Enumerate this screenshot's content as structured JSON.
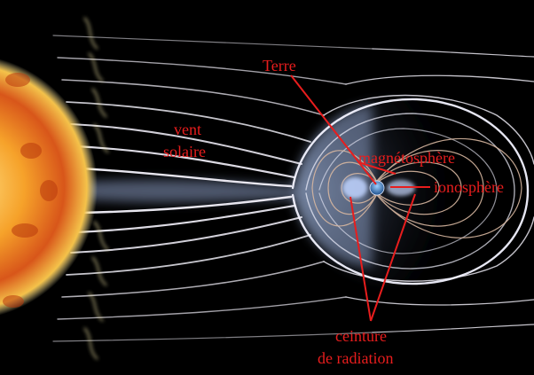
{
  "labels": {
    "terre": "Terre",
    "vent_line1": "vent",
    "vent_line2": "solaire",
    "magnetosphere": "magnétosphère",
    "ionosphere": "ionosphère",
    "ceinture_line1": "ceinture",
    "ceinture_line2": "de radiation"
  },
  "colors": {
    "background": "#000000",
    "label": "#e81d1d",
    "field_lines": "#e8e6ef",
    "inner_field_lines": "#d8b7a0",
    "sun_core": "#f7c03a",
    "sun_edge": "#c84a10",
    "earth": "#2a6fb5"
  },
  "icons": {
    "sun": "sun-illustration",
    "earth": "earth-globe"
  }
}
